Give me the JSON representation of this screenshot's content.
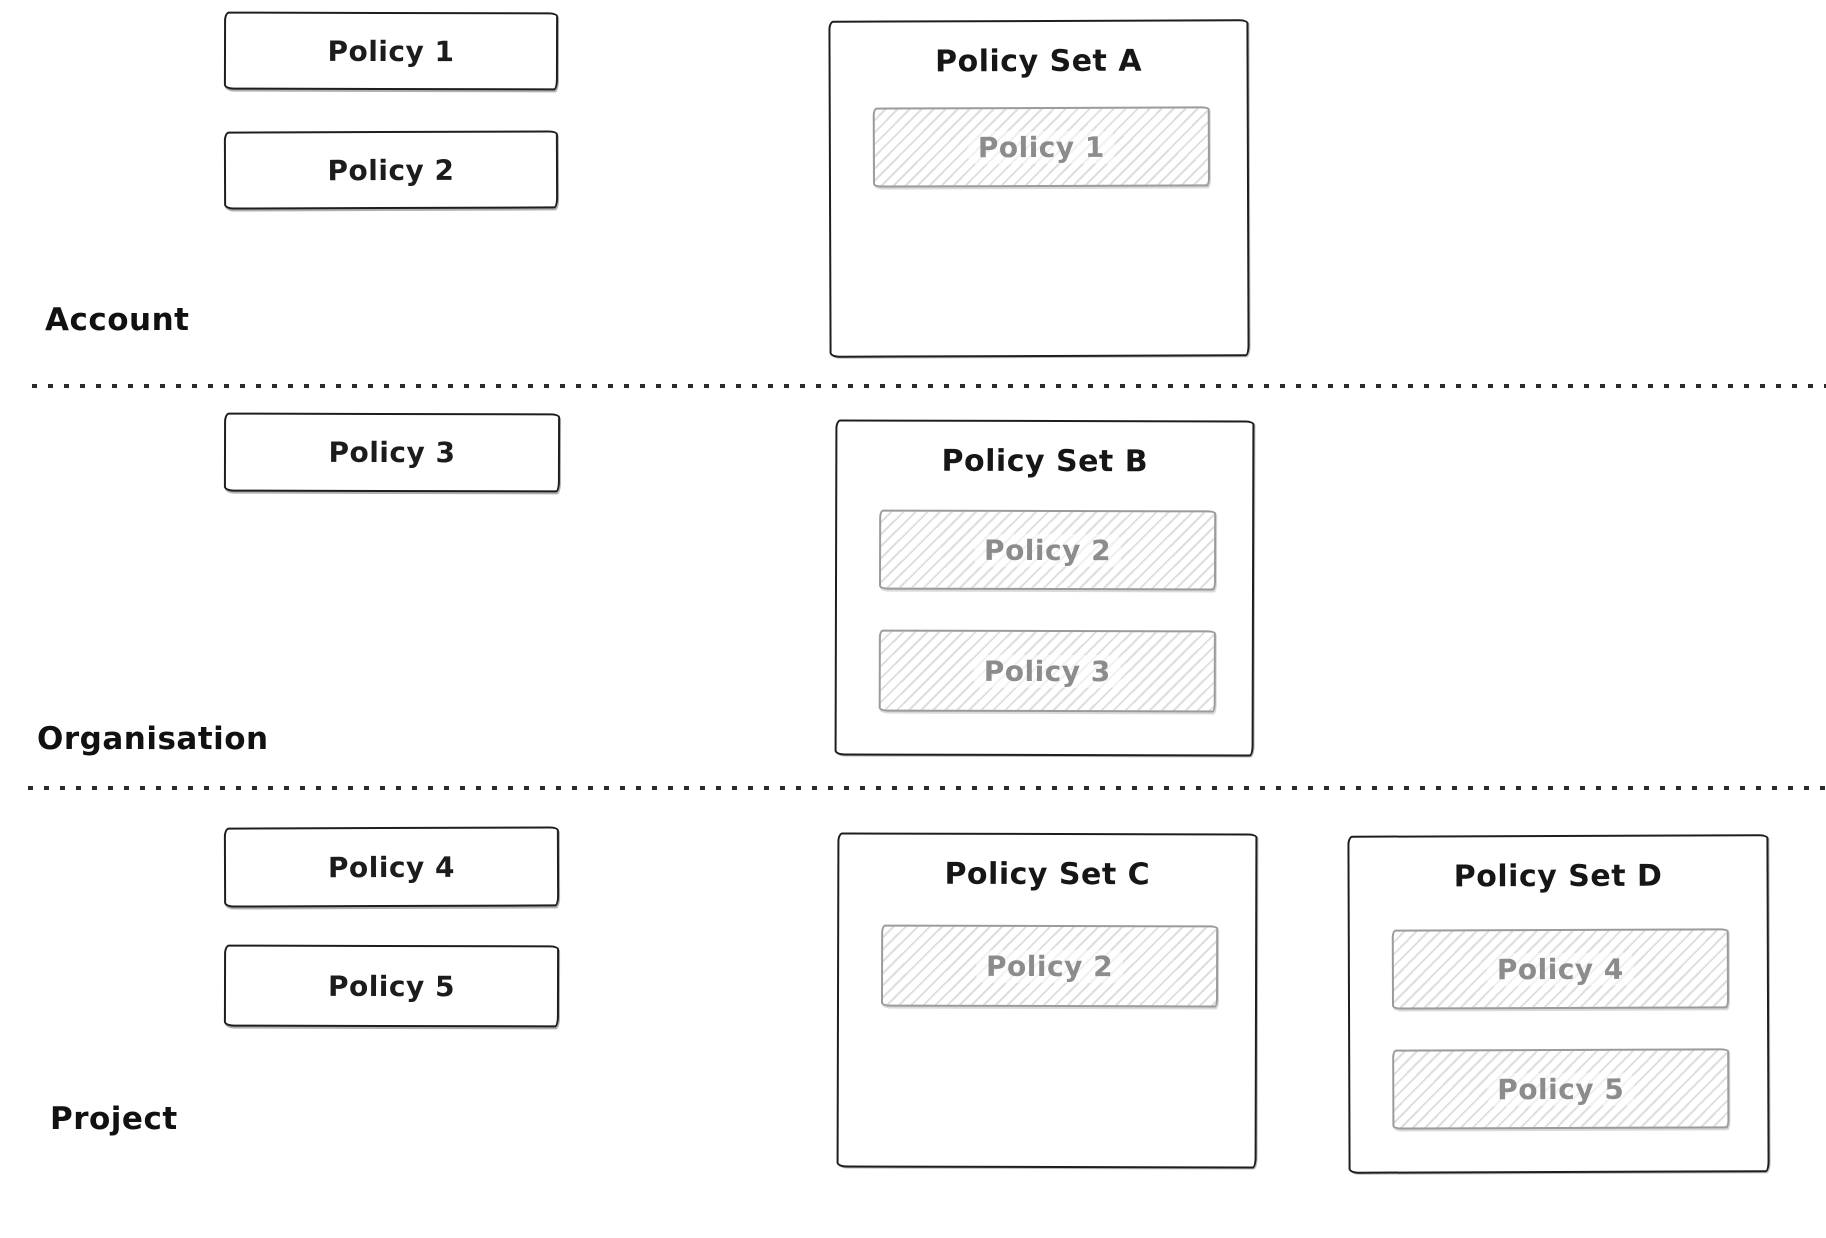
{
  "colors": {
    "ink": "#1e1e1e",
    "muted_text": "#8c8c8c",
    "hatch": "#dcdee0",
    "background": "#ffffff"
  },
  "sections": [
    {
      "label": "Account",
      "policies": [
        {
          "label": "Policy 1"
        },
        {
          "label": "Policy 2"
        }
      ],
      "policy_sets": [
        {
          "title": "Policy Set A",
          "members": [
            {
              "label": "Policy 1"
            }
          ]
        }
      ]
    },
    {
      "label": "Organisation",
      "policies": [
        {
          "label": "Policy 3"
        }
      ],
      "policy_sets": [
        {
          "title": "Policy Set B",
          "members": [
            {
              "label": "Policy 2"
            },
            {
              "label": "Policy 3"
            }
          ]
        }
      ]
    },
    {
      "label": "Project",
      "policies": [
        {
          "label": "Policy 4"
        },
        {
          "label": "Policy 5"
        }
      ],
      "policy_sets": [
        {
          "title": "Policy Set C",
          "members": [
            {
              "label": "Policy 2"
            }
          ]
        },
        {
          "title": "Policy Set D",
          "members": [
            {
              "label": "Policy 4"
            },
            {
              "label": "Policy 5"
            }
          ]
        }
      ]
    }
  ]
}
